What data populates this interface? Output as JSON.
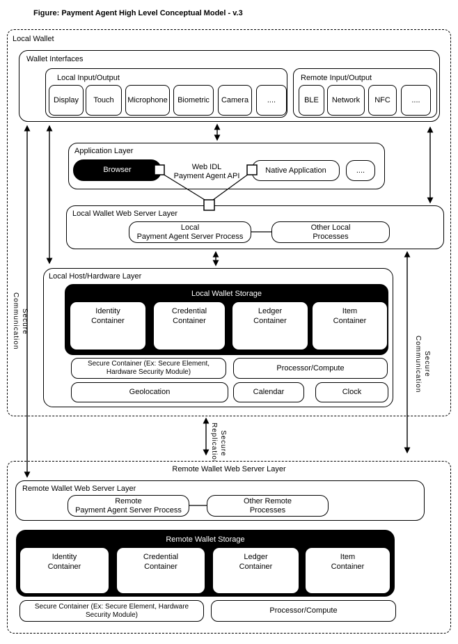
{
  "title": "Figure: Payment Agent  High Level Conceptual Model - v.3",
  "colors": {
    "ink": "#000000",
    "paper": "#ffffff"
  },
  "local_wallet": {
    "label": "Local Wallet",
    "secure_comm_left": "Secure Communication",
    "secure_comm_right": "Secure Communication",
    "wallet_interfaces": {
      "label": "Wallet Interfaces",
      "local_io": {
        "label": "Local Input/Output",
        "items": [
          "Display",
          "Touch",
          "Microphone",
          "Biometric",
          "Camera",
          "...."
        ]
      },
      "remote_io": {
        "label": "Remote Input/Output",
        "items": [
          "BLE",
          "Network",
          "NFC",
          "...."
        ]
      }
    },
    "application_layer": {
      "label": "Application Layer",
      "browser_label": "Browser",
      "api_label": "Web IDL\nPayment Agent API",
      "native_app_label": "Native Application",
      "ellipsis": "...."
    },
    "web_server_layer": {
      "label": "Local Wallet Web Server Layer",
      "server_process": "Local\nPayment Agent Server Process",
      "other_processes": "Other Local\nProcesses"
    },
    "host_layer": {
      "label": "Local Host/Hardware Layer",
      "storage": {
        "label": "Local Wallet Storage",
        "containers": [
          "Identity\nContainer",
          "Credential\nContainer",
          "Ledger\nContainer",
          "Item\nContainer"
        ]
      },
      "secure_container": "Secure Container (Ex: Secure Element,\nHardware Security Module)",
      "processor": "Processor/Compute",
      "geolocation": "Geolocation",
      "calendar": "Calendar",
      "clock": "Clock"
    }
  },
  "secure_replication": "Secure\nReplication",
  "remote_wallet": {
    "outer_label": "Remote Wallet Web Server Layer",
    "web_server_layer": {
      "label": "Remote Wallet Web Server Layer",
      "server_process": "Remote\nPayment Agent Server Process",
      "other_processes": "Other Remote\nProcesses"
    },
    "storage": {
      "label": "Remote Wallet Storage",
      "containers": [
        "Identity\nContainer",
        "Credential\nContainer",
        "Ledger\nContainer",
        "Item\nContainer"
      ]
    },
    "secure_container": "Secure Container (Ex: Secure Element, Hardware\nSecurity Module)",
    "processor": "Processor/Compute"
  }
}
